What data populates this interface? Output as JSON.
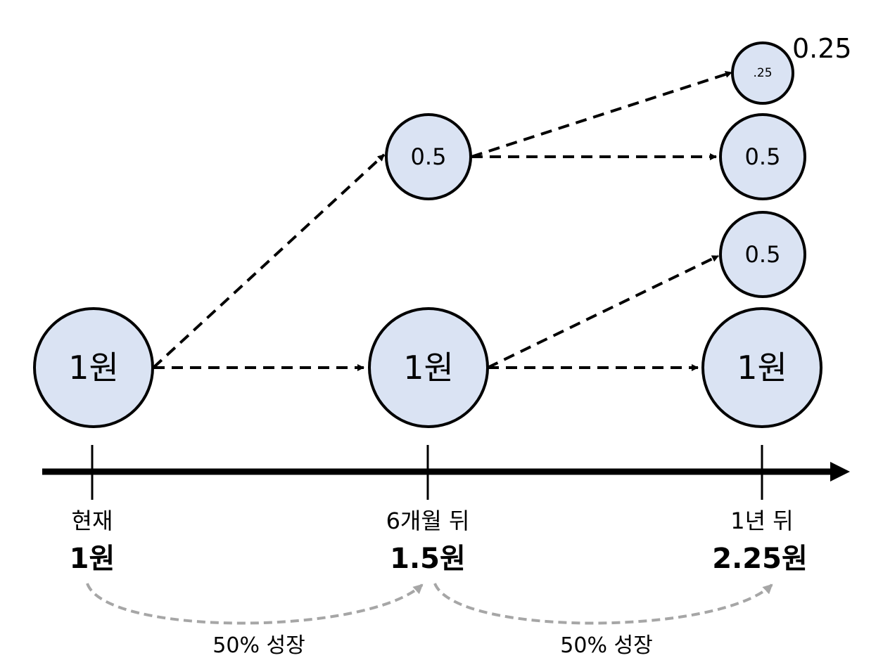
{
  "timeline": {
    "points": [
      {
        "label": "현재",
        "total": "1원"
      },
      {
        "label": "6개월 뒤",
        "total": "1.5원"
      },
      {
        "label": "1년 뒤",
        "total": "2.25원"
      }
    ]
  },
  "nodes": {
    "start": "1원",
    "mid_main": "1원",
    "mid_interest": "0.5",
    "end_main": "1원",
    "end_interest_from_main": "0.5",
    "end_interest_carried": "0.5",
    "end_compound": ".25"
  },
  "callout": "0.25",
  "growth": [
    {
      "label": "50% 성장"
    },
    {
      "label": "50% 성장"
    }
  ],
  "colors": {
    "node_fill": "#dae3f3",
    "node_stroke": "#000000",
    "arrow": "#000000",
    "growth_arc": "#a6a6a6"
  }
}
